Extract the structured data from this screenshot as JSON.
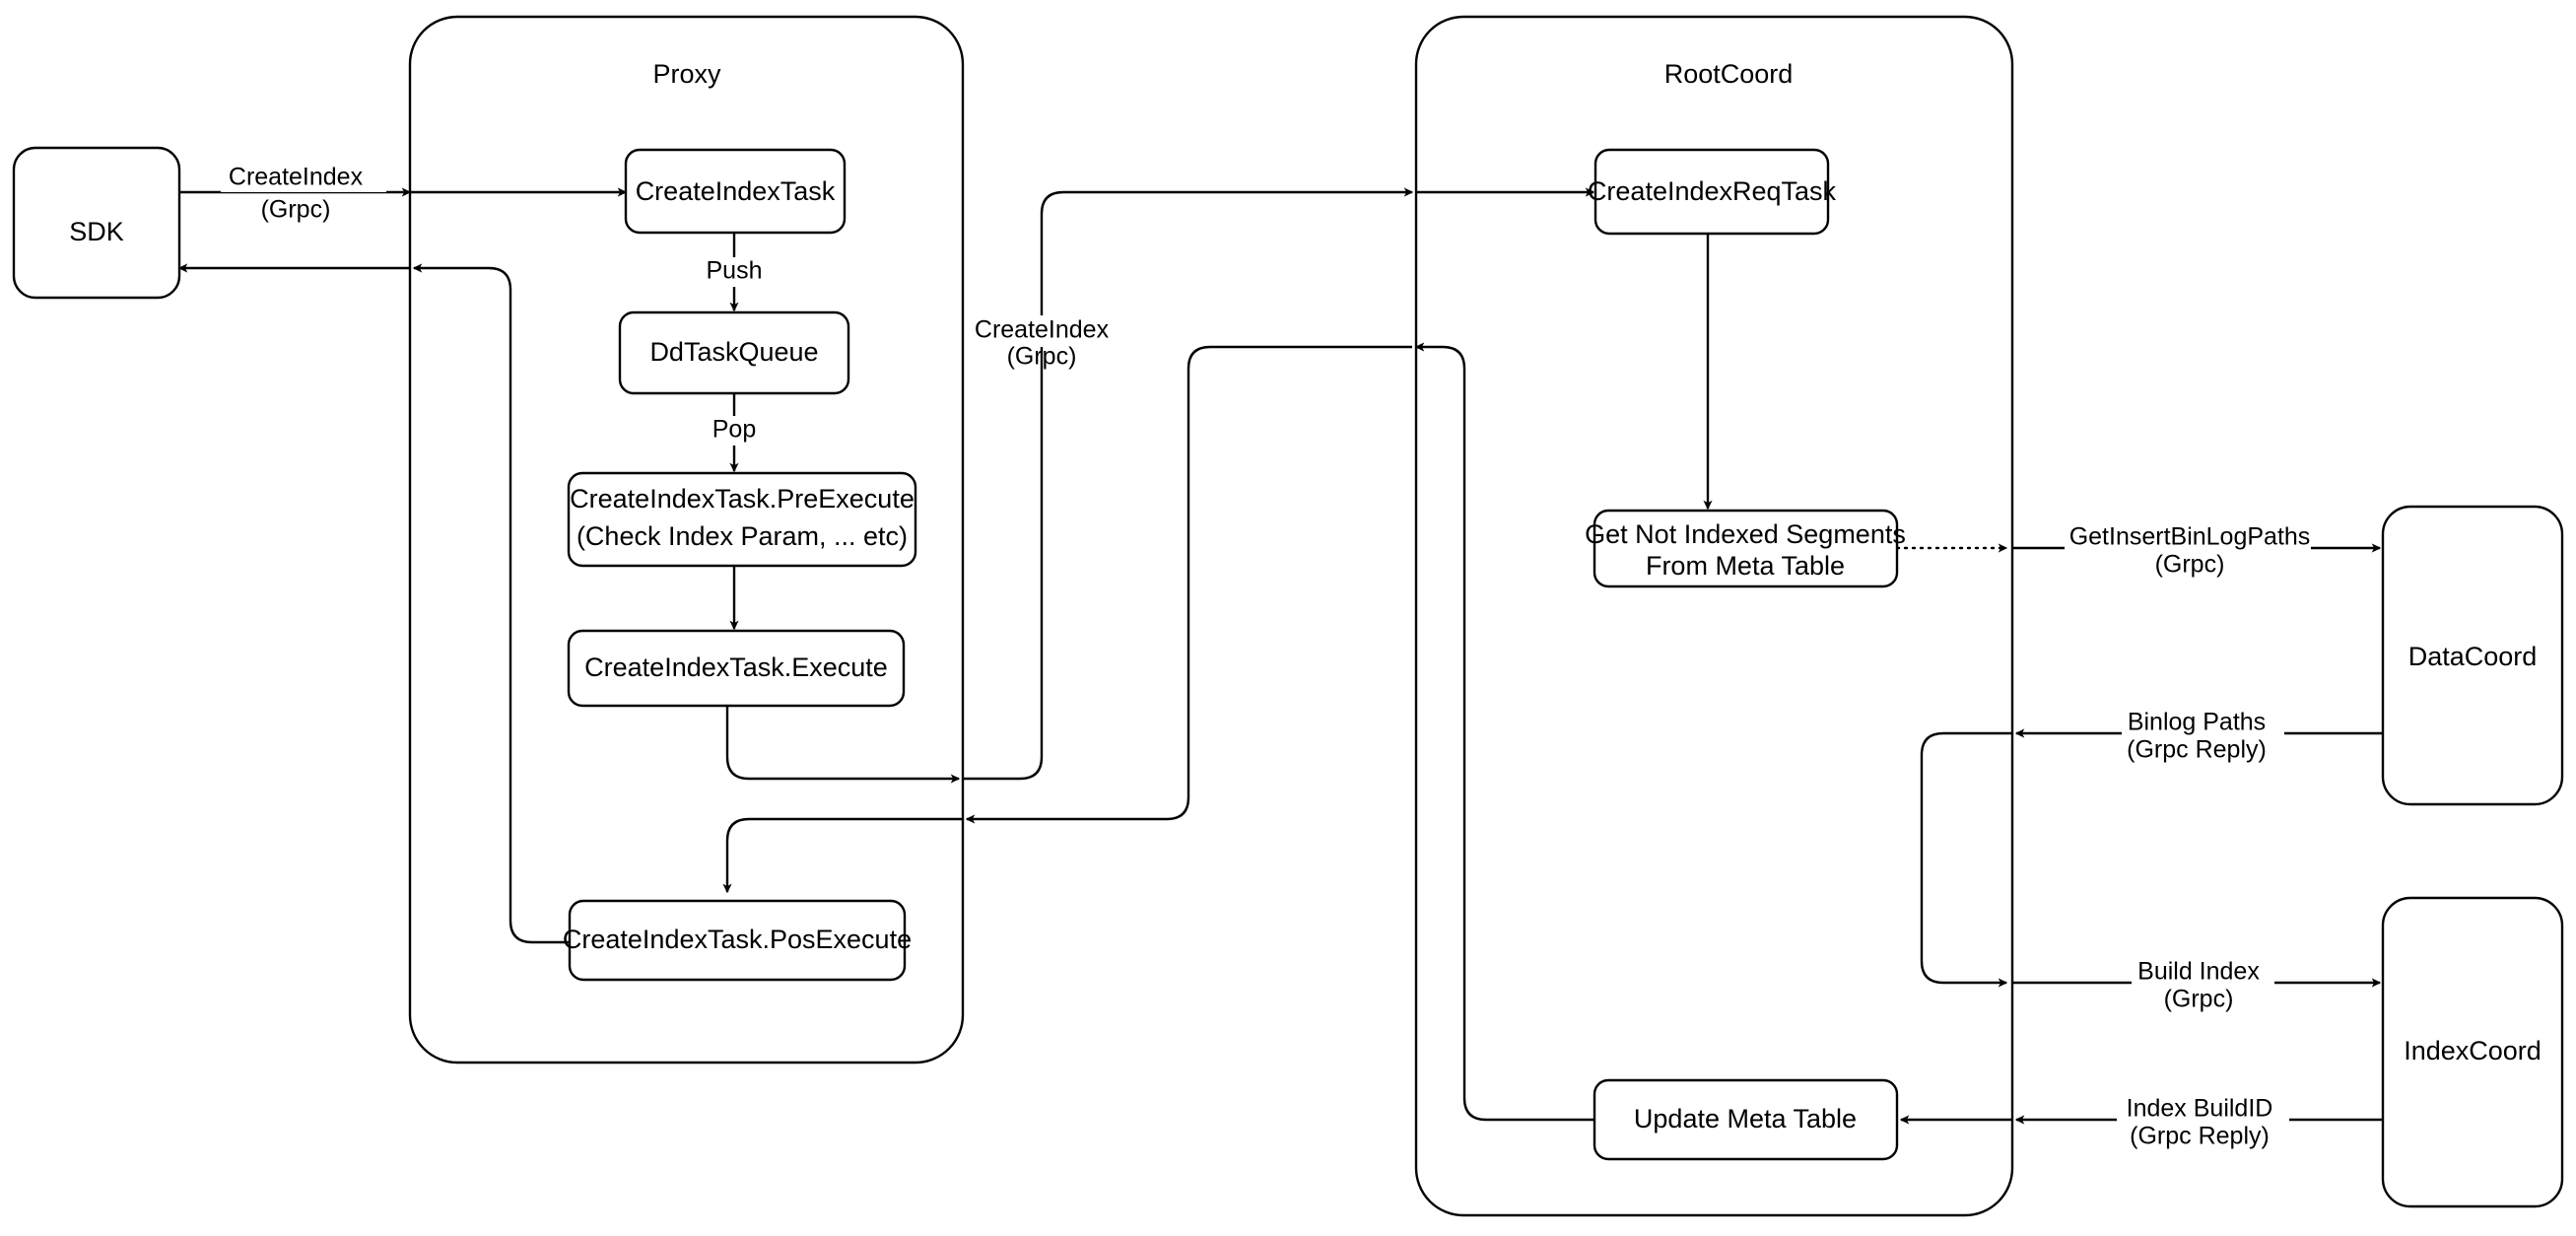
{
  "diagram": {
    "title": "Milvus CreateIndex Flow",
    "background": "#ffffff",
    "stroke": "#000000",
    "containers": [
      {
        "id": "proxy",
        "label": "Proxy"
      },
      {
        "id": "rootcoord",
        "label": "RootCoord"
      }
    ],
    "nodes": [
      {
        "id": "sdk",
        "label": "SDK"
      },
      {
        "id": "create-index-task",
        "label": "CreateIndexTask"
      },
      {
        "id": "dd-task-queue",
        "label": "DdTaskQueue"
      },
      {
        "id": "pre-execute",
        "label_line1": "CreateIndexTask.PreExecute",
        "label_line2": "(Check Index Param, ... etc)"
      },
      {
        "id": "execute",
        "label": "CreateIndexTask.Execute"
      },
      {
        "id": "pos-execute",
        "label": "CreateIndexTask.PosExecute"
      },
      {
        "id": "create-index-req-task",
        "label": "CreateIndexReqTask"
      },
      {
        "id": "get-not-indexed-segments",
        "label_line1": "Get Not Indexed Segments",
        "label_line2": "From Meta Table"
      },
      {
        "id": "update-meta-table",
        "label": "Update Meta Table"
      },
      {
        "id": "datacoord",
        "label": "DataCoord"
      },
      {
        "id": "indexcoord",
        "label": "IndexCoord"
      }
    ],
    "edge_labels": {
      "sdk_to_proxy_l1": "CreateIndex",
      "sdk_to_proxy_l2": "(Grpc)",
      "push": "Push",
      "pop": "Pop",
      "proxy_to_rootcoord_l1": "CreateIndex",
      "proxy_to_rootcoord_l2": "(Grpc)",
      "get_insert_binlog_paths_l1": "GetInsertBinLogPaths",
      "get_insert_binlog_paths_l2": "(Grpc)",
      "binlog_paths_l1": "Binlog Paths",
      "binlog_paths_l2": "(Grpc Reply)",
      "build_index_l1": "Build Index",
      "build_index_l2": "(Grpc)",
      "index_buildid_l1": "Index BuildID",
      "index_buildid_l2": "(Grpc Reply)"
    }
  }
}
